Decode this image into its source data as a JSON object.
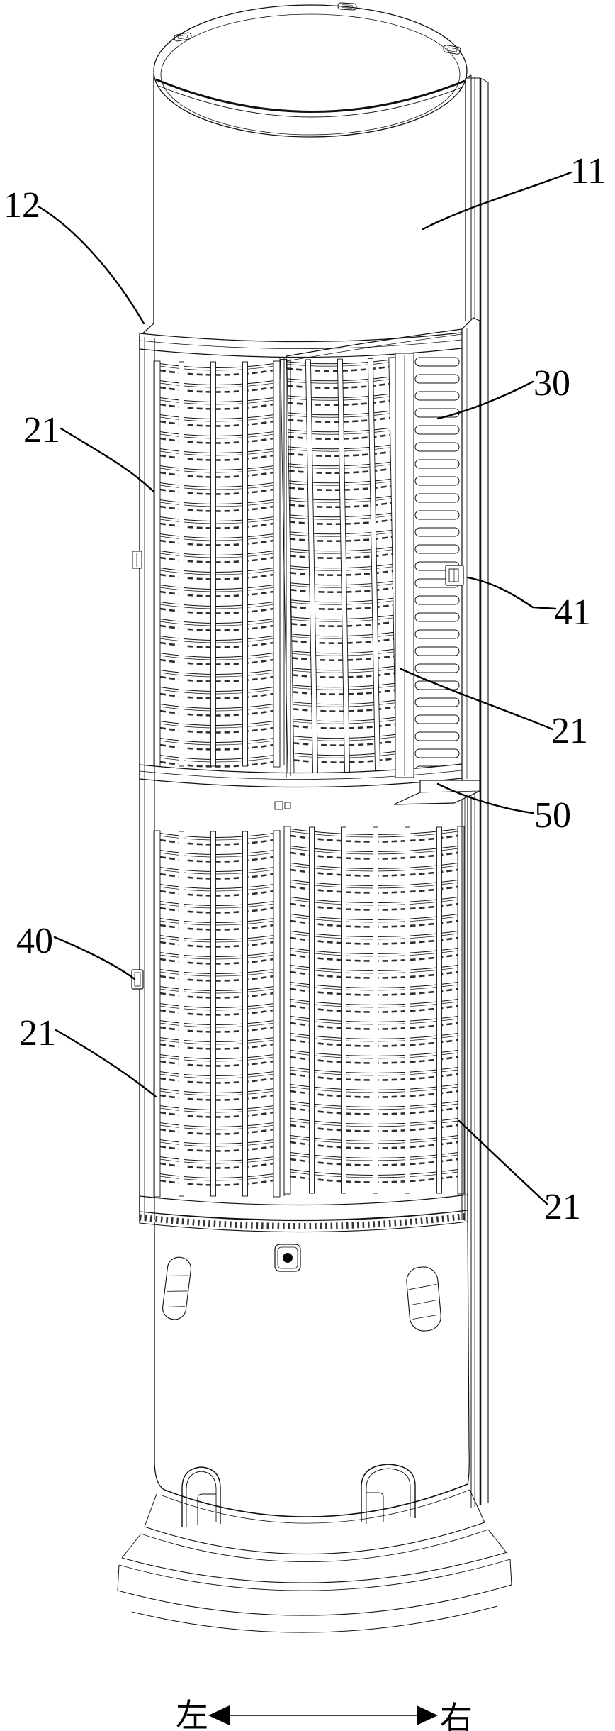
{
  "figure": {
    "kind": "patent-line-drawing",
    "subject": "tower air-conditioner body with grille panels and openable filter door",
    "colors": {
      "line": "#000000",
      "background": "#ffffff"
    }
  },
  "labels": {
    "l11": "11",
    "l12": "12",
    "l21_upper_left": "21",
    "l30": "30",
    "l41": "41",
    "l21_upper_right": "21",
    "l50": "50",
    "l40": "40",
    "l21_lower_left": "21",
    "l21_lower_right": "21"
  },
  "direction_indicator": {
    "left": "左",
    "right": "右"
  }
}
